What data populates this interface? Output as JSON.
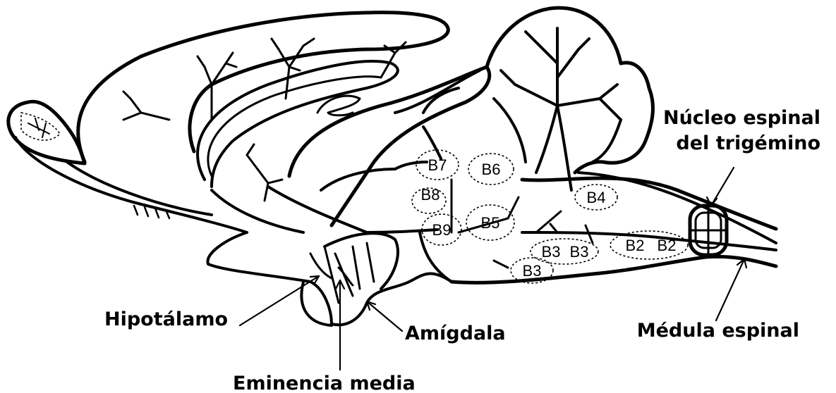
{
  "labels": {
    "nucleo": [
      "Núcleo espinal",
      "del trigémino"
    ],
    "medula": "Médula espinal",
    "hipotalamo": "Hipotálamo",
    "amigdala": "Amígdala",
    "eminencia": "Eminencia media"
  },
  "nuclei": {
    "b7": "B7",
    "b6": "B6",
    "b8": "B8",
    "b9": "B9",
    "b5": "B5",
    "b4": "B4",
    "b3a": "B3",
    "b3b": "B3",
    "b3c": "B3",
    "b2a": "B2",
    "b2b": "B2"
  }
}
